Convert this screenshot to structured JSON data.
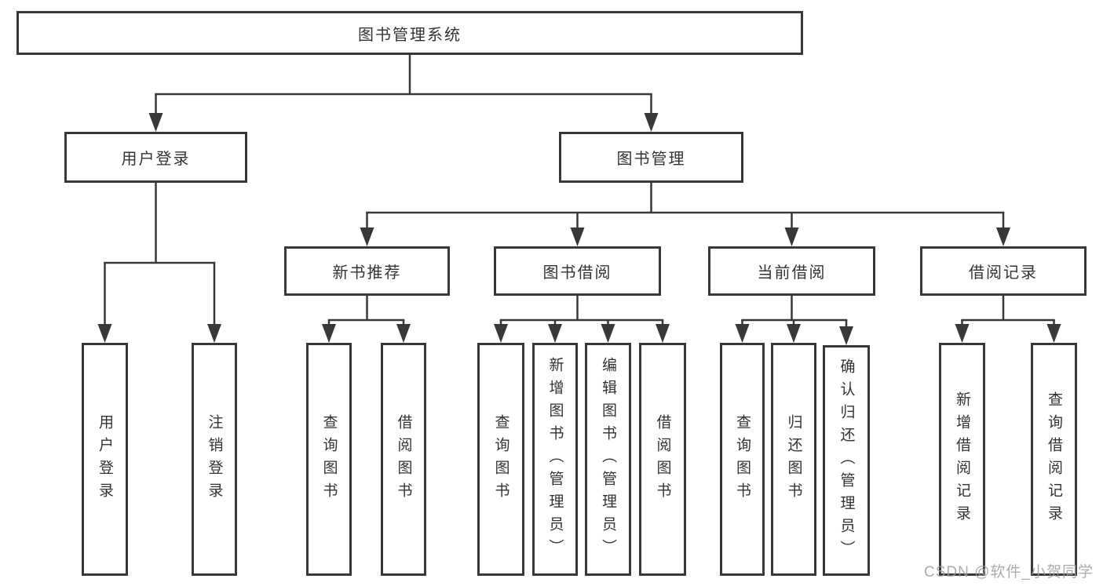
{
  "root": {
    "label": "图书管理系统"
  },
  "level2": [
    {
      "id": "user-login",
      "label": "用户登录"
    },
    {
      "id": "book-management",
      "label": "图书管理"
    }
  ],
  "level3": [
    {
      "id": "new-book-recommendation",
      "label": "新书推荐",
      "parent": "图书管理"
    },
    {
      "id": "book-borrowing",
      "label": "图书借阅",
      "parent": "图书管理"
    },
    {
      "id": "current-borrowing",
      "label": "当前借阅",
      "parent": "图书管理"
    },
    {
      "id": "borrowing-records",
      "label": "借阅记录",
      "parent": "图书管理"
    }
  ],
  "leaves": [
    {
      "id": "leaf-user-login",
      "label": "用户登录",
      "parent": "用户登录"
    },
    {
      "id": "leaf-logout",
      "label": "注销登录",
      "parent": "用户登录"
    },
    {
      "id": "leaf-query-books-recommend",
      "label": "查询图书",
      "parent": "新书推荐"
    },
    {
      "id": "leaf-borrow-books-recommend",
      "label": "借阅图书",
      "parent": "新书推荐"
    },
    {
      "id": "leaf-query-books-borrowing",
      "label": "查询图书",
      "parent": "图书借阅"
    },
    {
      "id": "leaf-add-books-admin",
      "label": "新增图书（管理员）",
      "parent": "图书借阅"
    },
    {
      "id": "leaf-edit-books-admin",
      "label": "编辑图书（管理员）",
      "parent": "图书借阅"
    },
    {
      "id": "leaf-borrow-books-borrowing",
      "label": "借阅图书",
      "parent": "图书借阅"
    },
    {
      "id": "leaf-query-books-current",
      "label": "查询图书",
      "parent": "当前借阅"
    },
    {
      "id": "leaf-return-books",
      "label": "归还图书",
      "parent": "当前借阅"
    },
    {
      "id": "leaf-confirm-return-admin",
      "label": "确认归还（管理员）",
      "parent": "当前借阅"
    },
    {
      "id": "leaf-add-borrowing-record",
      "label": "新增借阅记录",
      "parent": "借阅记录"
    },
    {
      "id": "leaf-query-borrowing-record",
      "label": "查询借阅记录",
      "parent": "借阅记录"
    }
  ],
  "watermark": {
    "text": "CSDN @软件_小贺同学"
  },
  "colors": {
    "line": "#383838",
    "text": "#333333",
    "watermark_text": "#9e9e9e",
    "background": "#ffffff"
  }
}
